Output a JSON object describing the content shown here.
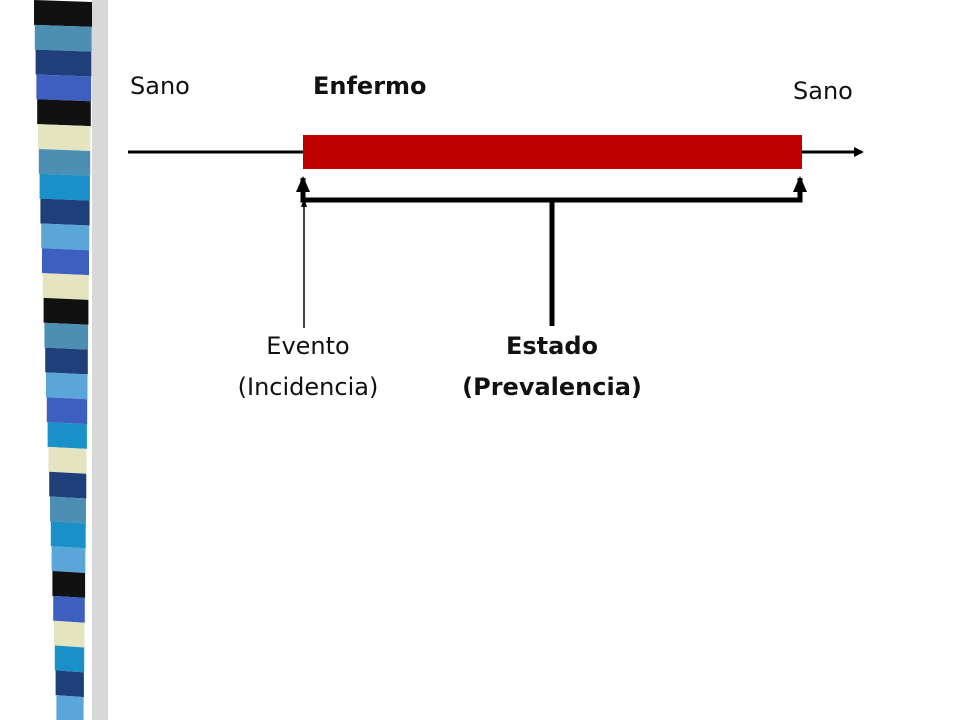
{
  "states": {
    "start": "Sano",
    "sick": "Enfermo",
    "end": "Sano"
  },
  "event": {
    "line1": "Evento",
    "line2": "(Incidencia)"
  },
  "state": {
    "line1": "Estado",
    "line2": "(Prevalencia)"
  },
  "colors": {
    "disease_bar": "#c00000",
    "line": "#000000",
    "stripe_palette": [
      "#1f3f7a",
      "#3d5fbf",
      "#5aa6d8",
      "#e4e4c0",
      "#111111",
      "#4d8fb3",
      "#1a90c8",
      "#6fc2ec"
    ]
  }
}
